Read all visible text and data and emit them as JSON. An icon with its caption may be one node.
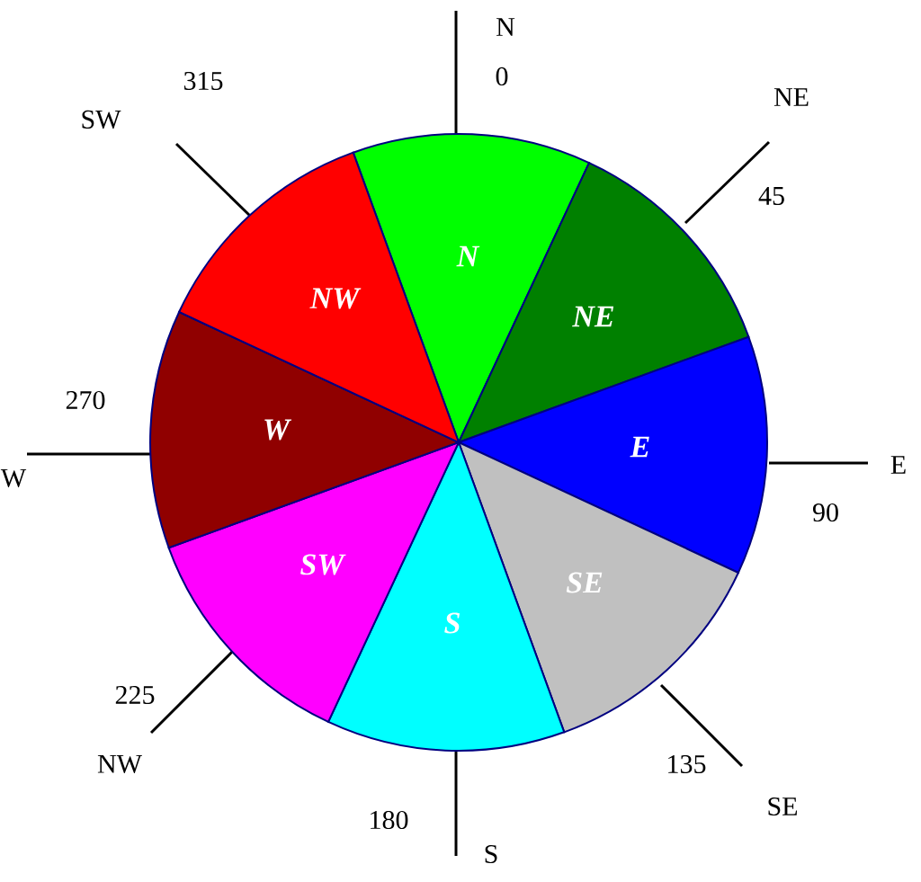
{
  "diagram": {
    "nodes": [
      {
        "text": [
          "N"
        ]
      },
      {
        "text": [
          "NE"
        ]
      },
      {
        "text": [
          "E"
        ]
      },
      {
        "text": [
          "SE"
        ]
      },
      {
        "text": [
          "S"
        ]
      },
      {
        "text": [
          "SW"
        ]
      },
      {
        "text": [
          "W"
        ]
      },
      {
        "text": [
          "NW"
        ]
      }
    ],
    "edges": [],
    "labels": [
      "N",
      "0",
      "315",
      "NE",
      "SW",
      "45",
      "270",
      "E",
      "W",
      "90",
      "225",
      "135",
      "NW",
      "SE",
      "180",
      "S"
    ]
  }
}
